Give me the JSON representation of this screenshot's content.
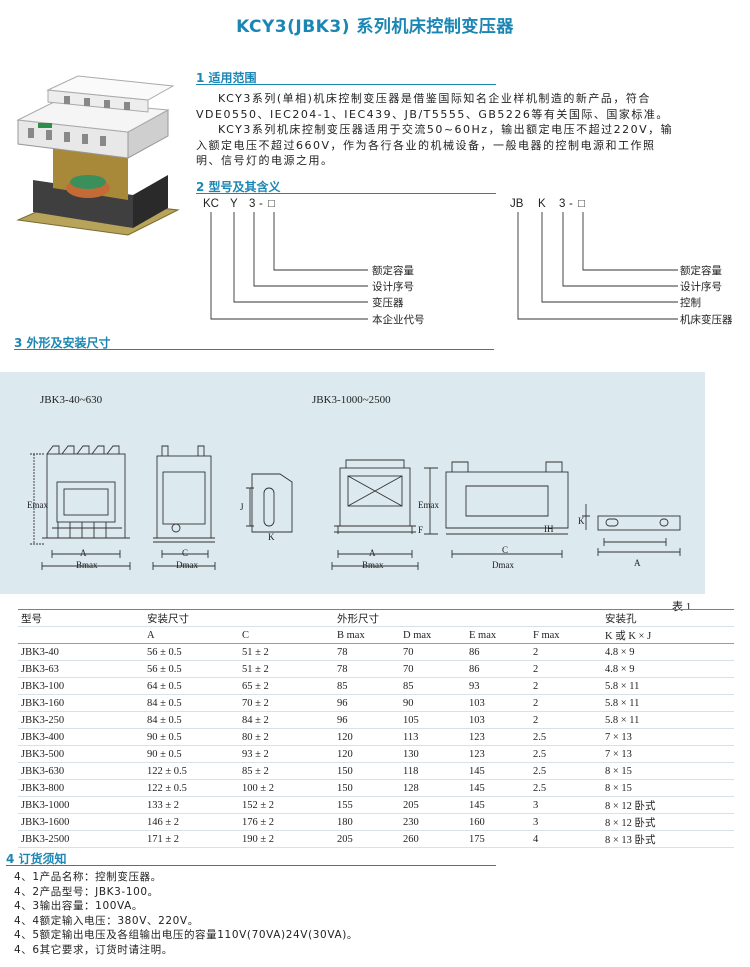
{
  "title": "KCY3(JBK3) 系列机床控制变压器",
  "sections": {
    "s1": {
      "heading": "1 适用范围",
      "para1_line1": "KCY3系列(单相)机床控制变压器是借鉴国际知名企业样机制造的新产品，符合",
      "para1_line2": "VDE0550、IEC204-1、IEC439、JB/T5555、GB5226等有关国际、国家标准。",
      "para2_line1": "KCY3系列机床控制变压器适用于交流50~60Hz，输出额定电压不超过220V，输",
      "para2_line2": "入额定电压不超过660V，作为各行各业的机械设备，一般电器的控制电源和工作照",
      "para2_line3": "明、信号灯的电源之用。"
    },
    "s2": {
      "heading": "2 型号及其含义",
      "left": {
        "chars": [
          "KC",
          "Y",
          "3",
          "-",
          "□"
        ],
        "labels": [
          "额定容量",
          "设计序号",
          "变压器",
          "本企业代号"
        ]
      },
      "right": {
        "chars": [
          "JB",
          "K",
          "3",
          "-",
          "□"
        ],
        "labels": [
          "额定容量",
          "设计序号",
          "控制",
          "机床变压器"
        ]
      }
    },
    "s3": {
      "heading": "3 外形及安装尺寸",
      "diagram_left": "JBK3-40~630",
      "diagram_right": "JBK3-1000~2500",
      "dims": [
        "Emax",
        "A",
        "Bmax",
        "C",
        "Dmax",
        "J",
        "K",
        "F",
        "IH"
      ],
      "table_note": "表 1",
      "table": {
        "group_headers": [
          "型号",
          "安装尺寸",
          "外形尺寸",
          "安装孔"
        ],
        "sub_headers": [
          "A",
          "C",
          "B max",
          "D max",
          "E max",
          "F max",
          "K 或 K × J"
        ],
        "rows": [
          [
            "JBK3-40",
            "56 ± 0.5",
            "51 ± 2",
            "78",
            "70",
            "86",
            "2",
            "4.8 × 9"
          ],
          [
            "JBK3-63",
            "56 ± 0.5",
            "51 ± 2",
            "78",
            "70",
            "86",
            "2",
            "4.8 × 9"
          ],
          [
            "JBK3-100",
            "64 ± 0.5",
            "65 ± 2",
            "85",
            "85",
            "93",
            "2",
            "5.8 × 11"
          ],
          [
            "JBK3-160",
            "84 ± 0.5",
            "70 ± 2",
            "96",
            "90",
            "103",
            "2",
            "5.8 × 11"
          ],
          [
            "JBK3-250",
            "84 ± 0.5",
            "84 ± 2",
            "96",
            "105",
            "103",
            "2",
            "5.8 × 11"
          ],
          [
            "JBK3-400",
            "90 ± 0.5",
            "80 ± 2",
            "120",
            "113",
            "123",
            "2.5",
            "7 × 13"
          ],
          [
            "JBK3-500",
            "90 ± 0.5",
            "93 ± 2",
            "120",
            "130",
            "123",
            "2.5",
            "7 × 13"
          ],
          [
            "JBK3-630",
            "122 ± 0.5",
            "85 ± 2",
            "150",
            "118",
            "145",
            "2.5",
            "8 × 15"
          ],
          [
            "JBK3-800",
            "122 ± 0.5",
            "100 ± 2",
            "150",
            "128",
            "145",
            "2.5",
            "8 × 15"
          ],
          [
            "JBK3-1000",
            "133 ± 2",
            "152 ± 2",
            "155",
            "205",
            "145",
            "3",
            "8 × 12 卧式"
          ],
          [
            "JBK3-1600",
            "146 ± 2",
            "176 ± 2",
            "180",
            "230",
            "160",
            "3",
            "8 × 12 卧式"
          ],
          [
            "JBK3-2500",
            "171 ± 2",
            "190 ± 2",
            "205",
            "260",
            "175",
            "4",
            "8 × 13 卧式"
          ]
        ]
      }
    },
    "s4": {
      "heading": "4 订货须知",
      "items": [
        "4、1产品名称：控制变压器。",
        "4、2产品型号：JBK3-100。",
        "4、3输出容量：100VA。",
        "4、4额定输入电压：380V、220V。",
        "4、5额定输出电压及各组输出电压的容量110V(70VA)24V(30VA)。",
        "4、6其它要求，订货时请注明。"
      ]
    }
  },
  "colors": {
    "accent": "#1b86b4",
    "diagram_bg": "#dce9ee"
  }
}
